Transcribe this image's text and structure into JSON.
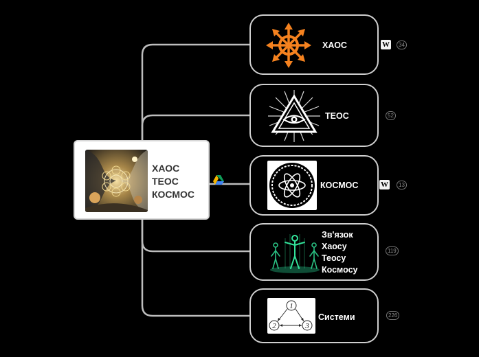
{
  "root": {
    "title_lines": [
      "ХАОС",
      "ТЕОС",
      "КОСМОС"
    ],
    "image_icon": "cosmic-collage-image"
  },
  "root_link_icon": "google-drive-icon",
  "children": [
    {
      "id": "chaos",
      "label_lines": [
        "ХАОС"
      ],
      "image_icon": "chaos-star-icon",
      "wiki_icon": "wikipedia-icon",
      "wiki_letter": "W",
      "count": "34"
    },
    {
      "id": "theos",
      "label_lines": [
        "ТЕОС"
      ],
      "image_icon": "eye-of-providence-icon",
      "count": "52"
    },
    {
      "id": "cosmos",
      "label_lines": [
        "КОСМОС"
      ],
      "image_icon": "atom-icon",
      "wiki_icon": "wikipedia-icon",
      "wiki_letter": "W",
      "count": "13"
    },
    {
      "id": "link",
      "label_lines": [
        "Зв'язок",
        "Хаосу",
        "Теосу",
        "Космосу"
      ],
      "image_icon": "glowing-figures-image",
      "count": "119"
    },
    {
      "id": "systems",
      "label_lines": [
        "Системи"
      ],
      "image_icon": "cycle-diagram-icon",
      "diagram_nodes": [
        "1",
        "2",
        "3"
      ],
      "count": "226"
    }
  ],
  "colors": {
    "background": "#000000",
    "connector": "#bdbdbd",
    "chaos_orange": "#f5821f",
    "atom_green_glow": "#32e39a",
    "drive_green": "#0f9d58",
    "drive_yellow": "#f4b400",
    "drive_blue": "#4285f4"
  }
}
